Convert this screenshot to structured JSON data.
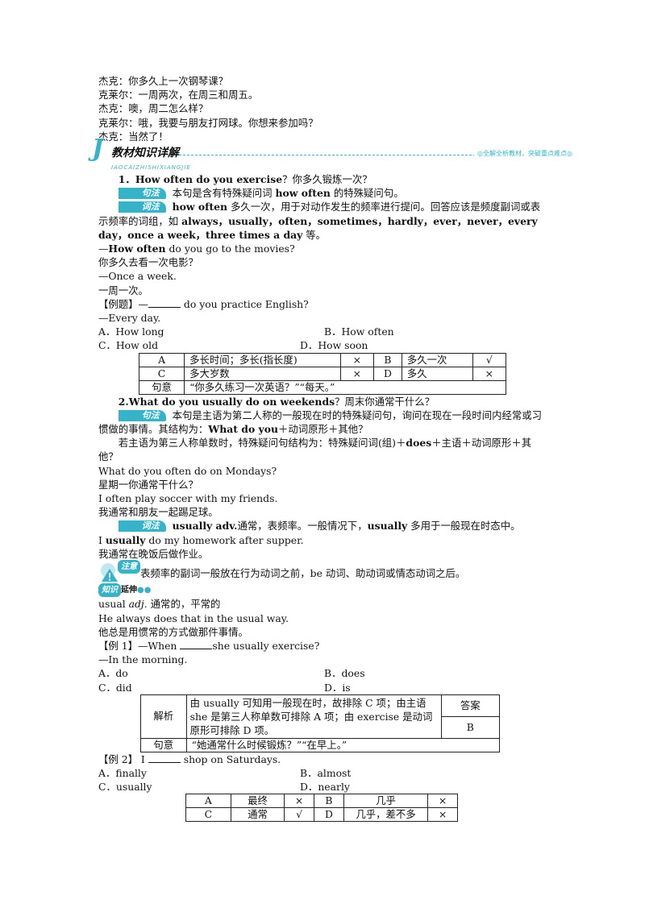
{
  "dialogue": [
    "杰克：你多久上一次钢琴课？",
    "克莱尔：一周两次，在周三和周五。",
    "杰克：噢，周二怎么样？",
    "克莱尔：哦，我要与朋友打网球。你想来参加吗？",
    "杰克：当然了！"
  ],
  "section": {
    "logo": "J",
    "title": "教材知识详解",
    "subtitle": "IAOCAIZHISHIXIANGJIE",
    "slogan": "◎全解全析教材，突破重点难点◎"
  },
  "tags": {
    "jufa": "句法",
    "cifa": "词法",
    "zhuyi": "注意",
    "zhishi": "知识",
    "yanshen": "延伸"
  },
  "item1": {
    "num": "1．",
    "q_en": "How often do you exercise",
    "q_cn": "？你多久锻炼一次？",
    "jufa_pre": "本句是含有特殊疑问词 ",
    "jufa_bold": "how often",
    "jufa_post": " 的特殊疑问句。",
    "cifa_bold": "how often",
    "cifa_text": " 多久一次，用于对动作发生的频率进行提问。回答应该是频度副词或表示频率的词组，如 ",
    "cifa_words": "always，usually，often，sometimes，hardly，ever，never，every day，once a week，three times a day",
    "cifa_end": " 等。",
    "ex_en_bold": "How often",
    "ex_en_rest": " do you go to the movies?",
    "ex_cn": "你多久去看一次电影？",
    "ans_en": "—Once a week.",
    "ans_cn": "一周一次。",
    "example_label": "【例题】—",
    "example_q": " do you practice English?",
    "example_a": "—Every day.",
    "opt_a": "A．How long",
    "opt_b": "B．How often",
    "opt_c": "C．How old",
    "opt_d": "D．How soon",
    "table": [
      [
        "A",
        "多长时间；多长(指长度)",
        "×",
        "B",
        "多久一次",
        "√"
      ],
      [
        "C",
        "多大岁数",
        "×",
        "D",
        "多久",
        "×"
      ]
    ],
    "meaning_label": "句意",
    "meaning": "“你多久练习一次英语？”“每天。”"
  },
  "item2": {
    "num": "2.",
    "q_en": "What do you usually do on weekends",
    "q_cn": "？周末你通常干什么？",
    "jufa_text": "本句是主语为第二人称的一般现在时的特殊疑问句，询问在现在一段时间内经常或习惯做的事情。其结构为：",
    "jufa_struct_bold": "What do you",
    "jufa_struct_rest": "＋动词原形＋其他？",
    "third_pre": "若主语为第三人称单数时，特殊疑问句结构为：特殊疑问词(组)＋",
    "third_bold": "does",
    "third_post": "＋主语＋动词原形＋其他？",
    "ex1_en": "What do you often do on Mondays?",
    "ex1_cn": "星期一你通常干什么？",
    "ex2_en": "I often play soccer with my friends.",
    "ex2_cn": "我通常和朋友一起踢足球。",
    "cifa_bold": "usually adv.",
    "cifa_text": "通常，表频率。一般情况下，",
    "cifa_bold2": "usually",
    "cifa_text2": " 多用于一般现在时态中。",
    "ex3_pre": "I ",
    "ex3_bold": "usually",
    "ex3_post": " do my homework after supper.",
    "ex3_cn": "我通常在晚饭后做作业。",
    "note": "表频率的副词一般放在行为动词之前，be 动词、助动词或情态动词之后。",
    "ext_word": "usual ",
    "ext_pos": "adj.",
    "ext_cn": " 通常的，平常的",
    "ext_ex_en": "He always does that  in the usual way.",
    "ext_ex_cn": "他总是用惯常的方式做那件事情。"
  },
  "ex1": {
    "label": "【例 1】—When ",
    "q_rest": "she usually exercise?",
    "a": "—In the morning.",
    "opt_a": "A．do",
    "opt_b": "B．does",
    "opt_c": "C．did",
    "opt_d": "D．is",
    "jiexi_label": "解析",
    "jiexi": "由 usually 可知用一般现在时，故排除 C 项；由主语 she 是第三人称单数可排除 A 项；由 exercise 是动词原形可排除 D 项。",
    "answer_label": "答案",
    "answer": "B",
    "meaning_label": "句意",
    "meaning": "“她通常什么时候锻炼？”“在早上。”"
  },
  "ex2": {
    "label": "【例 2】 I ",
    "q_rest": " shop on Saturdays.",
    "opt_a": "A．finally",
    "opt_b": "B．almost",
    "opt_c": "C．usually",
    "opt_d": "D．nearly",
    "table": [
      [
        "A",
        "最终",
        "×",
        "B",
        "几乎",
        "×"
      ],
      [
        "C",
        "通常",
        "√",
        "D",
        "几乎，差不多",
        "×"
      ]
    ]
  }
}
